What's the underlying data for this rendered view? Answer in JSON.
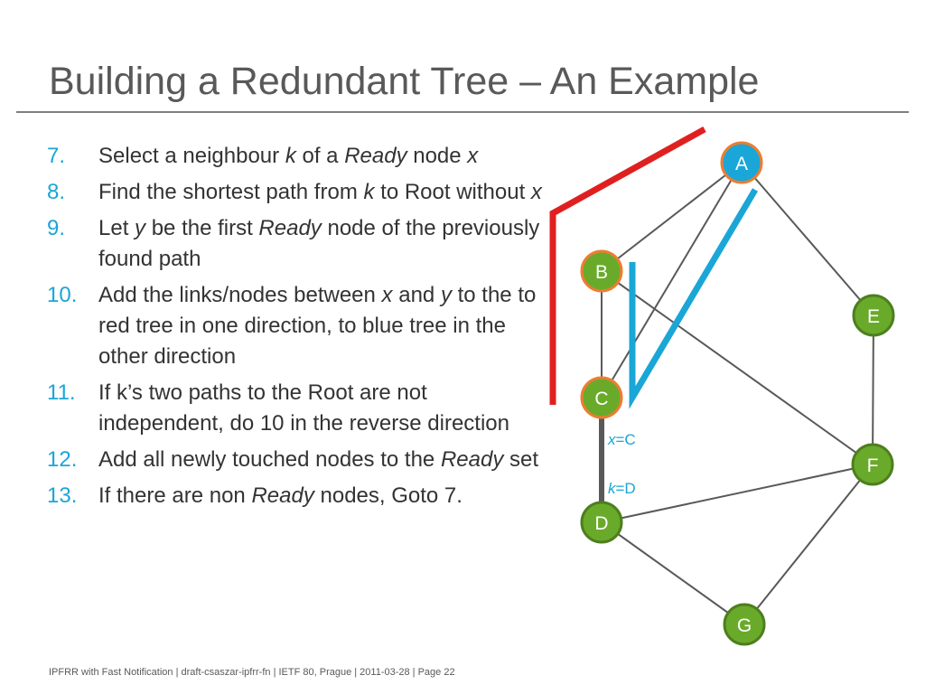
{
  "slide": {
    "title": "Building a Redundant Tree – An Example"
  },
  "steps": [
    {
      "num": "7.",
      "parts": [
        {
          "t": "Select a neighbour "
        },
        {
          "t": "k",
          "i": true
        },
        {
          "t": " of a "
        },
        {
          "t": "Ready",
          "i": true
        },
        {
          "t": " node "
        },
        {
          "t": "x",
          "i": true
        }
      ]
    },
    {
      "num": "8.",
      "parts": [
        {
          "t": "Find the shortest path from "
        },
        {
          "t": "k",
          "i": true
        },
        {
          "t": " to Root without "
        },
        {
          "t": "x",
          "i": true
        }
      ]
    },
    {
      "num": "9.",
      "parts": [
        {
          "t": "Let "
        },
        {
          "t": "y",
          "i": true
        },
        {
          "t": " be the first "
        },
        {
          "t": "Ready",
          "i": true
        },
        {
          "t": " node of the previously found path"
        }
      ]
    },
    {
      "num": "10.",
      "parts": [
        {
          "t": "Add the links/nodes between "
        },
        {
          "t": "x",
          "i": true
        },
        {
          "t": " and "
        },
        {
          "t": "y",
          "i": true
        },
        {
          "t": " to the to red tree in one direction, to blue tree in the other direction"
        }
      ]
    },
    {
      "num": "11.",
      "parts": [
        {
          "t": "If k’s two paths to the Root are not independent, do 10 in the reverse direction"
        }
      ]
    },
    {
      "num": "12.",
      "parts": [
        {
          "t": "Add all newly touched nodes to the "
        },
        {
          "t": "Ready",
          "i": true
        },
        {
          "t": " set"
        }
      ]
    },
    {
      "num": "13.",
      "parts": [
        {
          "t": "If there are non "
        },
        {
          "t": "Ready",
          "i": true
        },
        {
          "t": " nodes, Goto 7."
        }
      ]
    }
  ],
  "diagram": {
    "nodes": [
      {
        "id": "A",
        "label": "A",
        "fill": "#1aa6d6",
        "ring": "#ed7d31"
      },
      {
        "id": "B",
        "label": "B",
        "fill": "#6aaa2a",
        "ring": "#ed7d31"
      },
      {
        "id": "C",
        "label": "C",
        "fill": "#6aaa2a",
        "ring": "#ed7d31"
      },
      {
        "id": "D",
        "label": "D",
        "fill": "#6aaa2a",
        "ring": "#4d7f1e"
      },
      {
        "id": "E",
        "label": "E",
        "fill": "#6aaa2a",
        "ring": "#4d7f1e"
      },
      {
        "id": "F",
        "label": "F",
        "fill": "#6aaa2a",
        "ring": "#4d7f1e"
      },
      {
        "id": "G",
        "label": "G",
        "fill": "#6aaa2a",
        "ring": "#4d7f1e"
      }
    ],
    "edges": [
      [
        "A",
        "B"
      ],
      [
        "A",
        "C"
      ],
      [
        "A",
        "E"
      ],
      [
        "B",
        "C"
      ],
      [
        "B",
        "F"
      ],
      [
        "E",
        "F"
      ],
      [
        "D",
        "F"
      ],
      [
        "D",
        "G"
      ],
      [
        "F",
        "G"
      ]
    ],
    "highlighted_edge": [
      "C",
      "D"
    ],
    "annotations": {
      "x_var": "x",
      "x_val": "=C",
      "k_var": "k",
      "k_val": "=D"
    },
    "colors": {
      "edge": "#595959",
      "red_tree": "#e02020",
      "blue_tree": "#1aa6d6",
      "highlight": "#595959"
    }
  },
  "footer": "IPFRR with Fast Notification  |  draft-csaszar-ipfrr-fn  |  IETF 80, Prague  |  2011-03-28  |  Page 22"
}
